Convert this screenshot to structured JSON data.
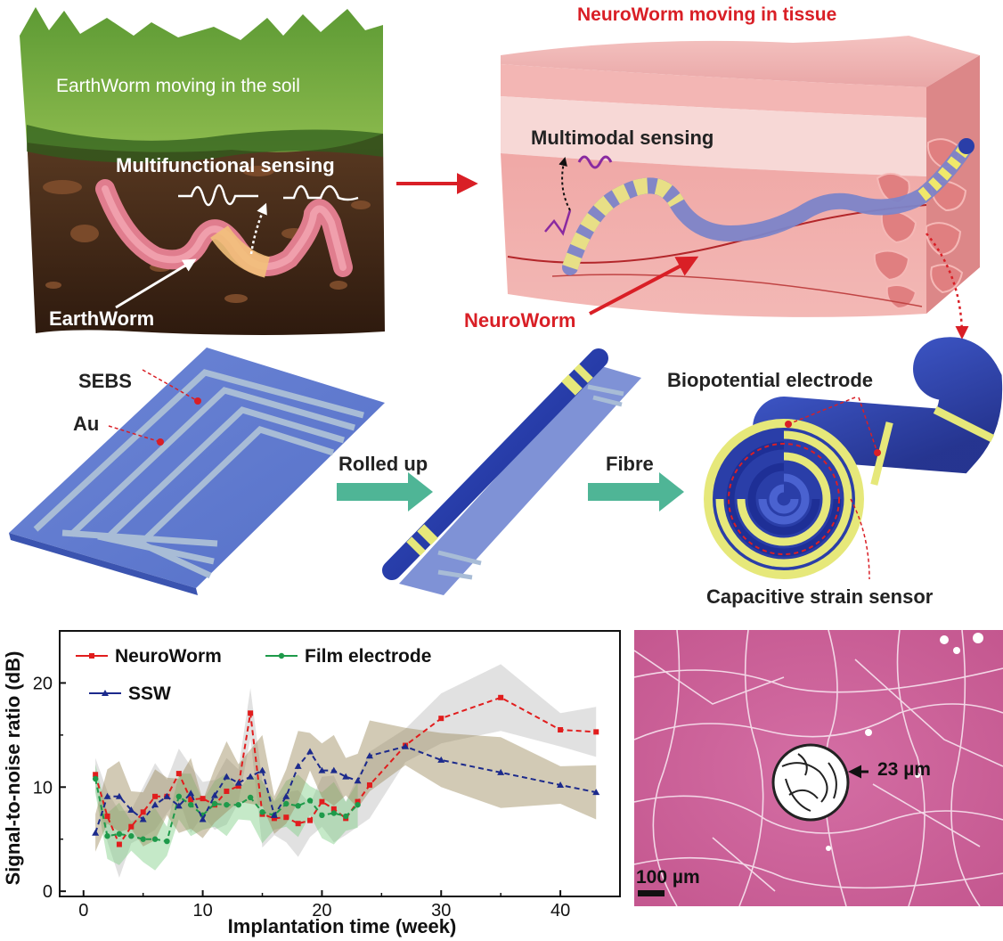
{
  "panels": {
    "earth": {
      "title": "EarthWorm moving in the soil",
      "sensing_label": "Multifunctional sensing",
      "worm_label": "EarthWorm"
    },
    "tissue": {
      "title": "NeuroWorm moving in tissue",
      "sensing_label": "Multimodal sensing",
      "worm_label": "NeuroWorm"
    },
    "fabrication": {
      "sebs_label": "SEBS",
      "au_label": "Au",
      "step1_label": "Rolled up",
      "step2_label": "Fibre",
      "electrode_label": "Biopotential electrode",
      "strain_label": "Capacitive strain sensor"
    },
    "histology": {
      "scale_label": "100 µm",
      "gap_label": "23 µm"
    }
  },
  "colors": {
    "accent_red": "#d91f26",
    "electrode_yellow": "#e0e87a",
    "fibre_blue": "#2a3ea8",
    "arrow_teal": "#4fb596",
    "tissue_pink": "#e89a9a",
    "he_stain": "#c85a94"
  },
  "chart_data": {
    "type": "line",
    "xlabel": "Implantation time (week)",
    "ylabel": "Signal-to-noise ratio (dB)",
    "xlim": [
      -2,
      45
    ],
    "ylim": [
      -0.5,
      25
    ],
    "xticks": [
      0,
      10,
      20,
      30,
      40
    ],
    "yticks": [
      0,
      10,
      20
    ],
    "legend_position": "top-left",
    "series": [
      {
        "name": "NeuroWorm",
        "color": "#e11d1d",
        "marker": "square",
        "x": [
          1,
          2,
          3,
          4,
          5,
          6,
          7,
          8,
          9,
          10,
          11,
          12,
          13,
          14,
          15,
          16,
          17,
          18,
          19,
          20,
          21,
          22,
          23,
          24,
          27,
          30,
          35,
          40,
          43
        ],
        "y": [
          11.2,
          7.2,
          4.5,
          6.2,
          7.6,
          9.1,
          9.1,
          11.3,
          8.8,
          8.9,
          8.3,
          9.6,
          10.1,
          17.1,
          7.4,
          7.0,
          7.1,
          6.5,
          6.8,
          8.6,
          7.9,
          7.0,
          8.6,
          10.2,
          14.0,
          16.6,
          18.6,
          15.5,
          15.3
        ]
      },
      {
        "name": "Film electrode",
        "color": "#1e9a4a",
        "marker": "circle",
        "x": [
          1,
          2,
          3,
          4,
          5,
          6,
          7,
          8,
          9,
          10,
          11,
          12,
          13,
          14,
          15,
          16,
          17,
          18,
          19,
          20,
          21,
          22,
          23
        ],
        "y": [
          10.8,
          5.3,
          5.5,
          5.3,
          5.0,
          5.0,
          4.8,
          9.1,
          8.3,
          7.3,
          8.4,
          8.3,
          8.3,
          9.0,
          7.6,
          7.3,
          8.4,
          8.2,
          8.7,
          7.3,
          7.5,
          7.2,
          8.3
        ]
      },
      {
        "name": "SSW",
        "color": "#1c2a8c",
        "marker": "triangle",
        "x": [
          1,
          2,
          3,
          4,
          5,
          6,
          7,
          8,
          9,
          10,
          11,
          12,
          13,
          14,
          15,
          16,
          17,
          18,
          19,
          20,
          21,
          22,
          23,
          24,
          27,
          30,
          35,
          40,
          43
        ],
        "y": [
          5.6,
          9.1,
          9.1,
          7.8,
          6.9,
          8.3,
          9.1,
          8.2,
          9.4,
          6.9,
          9.2,
          11.0,
          10.4,
          11.0,
          11.6,
          7.3,
          9.1,
          12.0,
          13.4,
          11.6,
          11.6,
          11.0,
          10.6,
          13.0,
          13.9,
          12.6,
          11.4,
          10.2,
          9.5
        ]
      }
    ]
  }
}
